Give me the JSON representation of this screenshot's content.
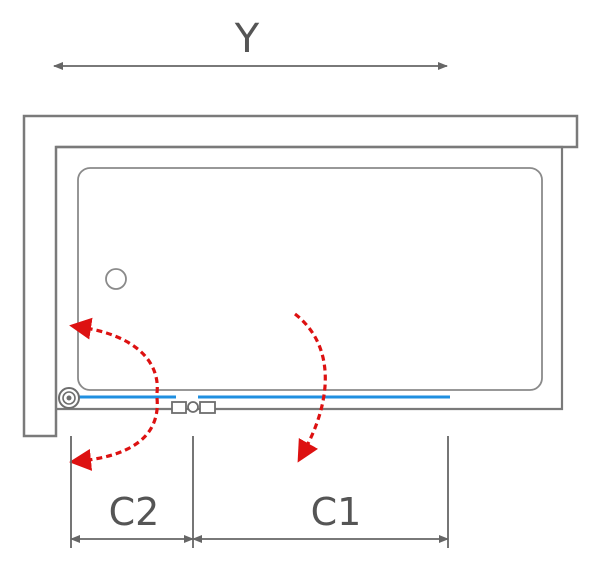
{
  "labels": {
    "width": "Y",
    "panel_fixed": "C2",
    "panel_swing": "C1"
  },
  "colors": {
    "outline": "#7a7a7a",
    "dimension": "#666666",
    "glass": "#1f8fe0",
    "swing_arrow": "#dd1111",
    "background": "#ffffff"
  }
}
